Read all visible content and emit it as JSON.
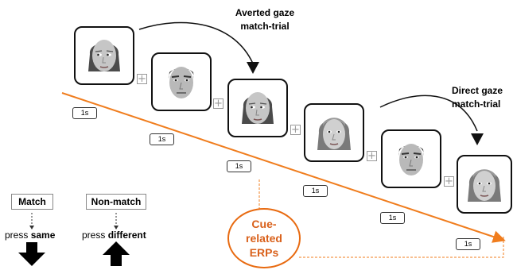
{
  "averted_label": [
    "Averted gaze",
    "match-trial"
  ],
  "direct_label": [
    "Direct gaze",
    "match-trial"
  ],
  "duration": "1s",
  "legend": {
    "match": {
      "title": "Match",
      "press_prefix": "press ",
      "press_key": "same"
    },
    "nonmatch": {
      "title": "Non-match",
      "press_prefix": "press ",
      "press_key": "different"
    }
  },
  "erp_label": [
    "Cue-",
    "related",
    "ERPs"
  ],
  "colors": {
    "timeline": "#f07d1e",
    "erp": "#d9601a",
    "frame": "#111111"
  },
  "faces": [
    "female-averted-gaze",
    "male-direct-gaze",
    "female-averted-gaze",
    "female-direct-gaze",
    "male-direct-gaze",
    "female-direct-gaze"
  ]
}
